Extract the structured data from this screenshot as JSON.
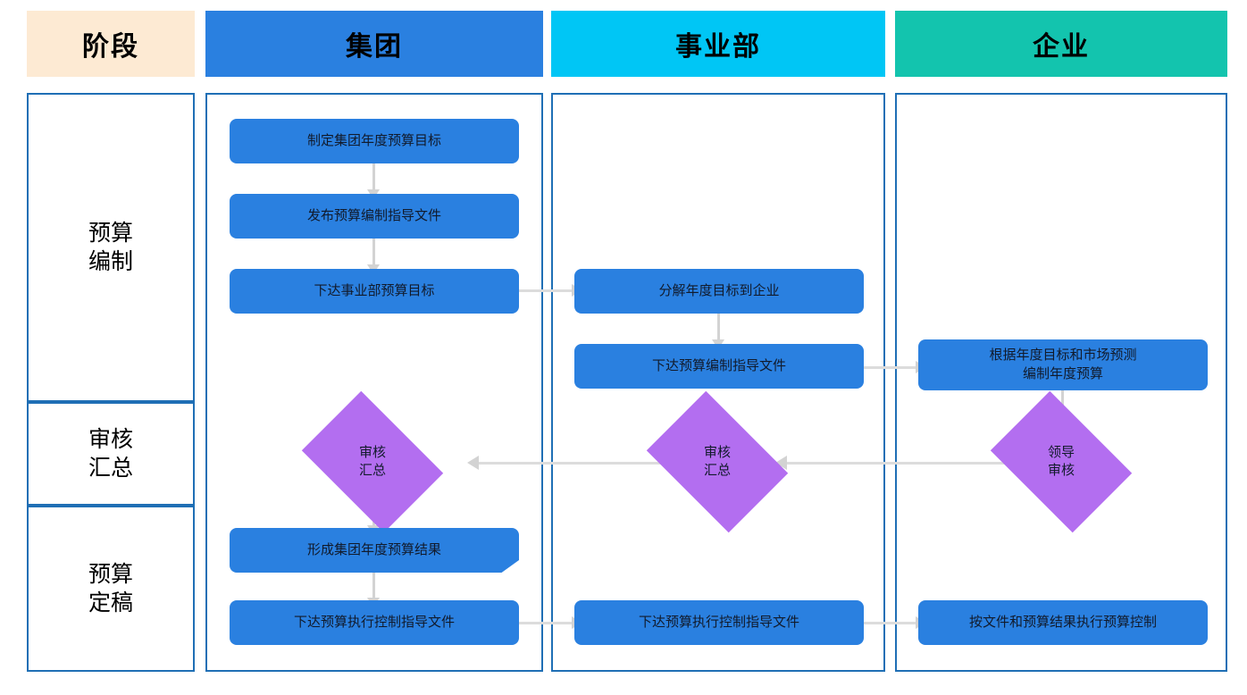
{
  "headers": [
    {
      "id": "stage",
      "label": "阶段",
      "color": "#fdead3"
    },
    {
      "id": "group",
      "label": "集团",
      "color": "#2a80e0"
    },
    {
      "id": "division",
      "label": "事业部",
      "color": "#00c6f5"
    },
    {
      "id": "enterprise",
      "label": "企业",
      "color": "#13c4ae"
    }
  ],
  "stages": [
    {
      "id": "budgeting",
      "label": "预算\n编制"
    },
    {
      "id": "review",
      "label": "审核\n汇总"
    },
    {
      "id": "finalize",
      "label": "预算\n定稿"
    }
  ],
  "lanes": {
    "group": {
      "nodes": [
        {
          "id": "g1",
          "label": "制定集团年度预算目标",
          "shape": "process"
        },
        {
          "id": "g2",
          "label": "发布预算编制指导文件",
          "shape": "process"
        },
        {
          "id": "g3",
          "label": "下达事业部预算目标",
          "shape": "process"
        },
        {
          "id": "g4",
          "label": "审核\n汇总",
          "shape": "decision"
        },
        {
          "id": "g5",
          "label": "形成集团年度预算结果",
          "shape": "process-clipped"
        },
        {
          "id": "g6",
          "label": "下达预算执行控制指导文件",
          "shape": "process"
        }
      ]
    },
    "division": {
      "nodes": [
        {
          "id": "d1",
          "label": "分解年度目标到企业",
          "shape": "process"
        },
        {
          "id": "d2",
          "label": "下达预算编制指导文件",
          "shape": "process"
        },
        {
          "id": "d3",
          "label": "审核\n汇总",
          "shape": "decision"
        },
        {
          "id": "d4",
          "label": "下达预算执行控制指导文件",
          "shape": "process"
        }
      ]
    },
    "enterprise": {
      "nodes": [
        {
          "id": "e1",
          "label": "根据年度目标和市场预测\n编制年度预算",
          "shape": "process"
        },
        {
          "id": "e2",
          "label": "领导\n审核",
          "shape": "decision"
        },
        {
          "id": "e3",
          "label": "按文件和预算结果执行预算控制",
          "shape": "process"
        }
      ]
    }
  },
  "colors": {
    "node_fill": "#2a80e0",
    "decision_fill": "#b36ef0",
    "lane_border": "#1f6fb5",
    "connector": "#d3d3d3",
    "stage_header": "#fdead3",
    "group_header": "#2a80e0",
    "division_header": "#00c6f5",
    "enterprise_header": "#13c4ae"
  }
}
